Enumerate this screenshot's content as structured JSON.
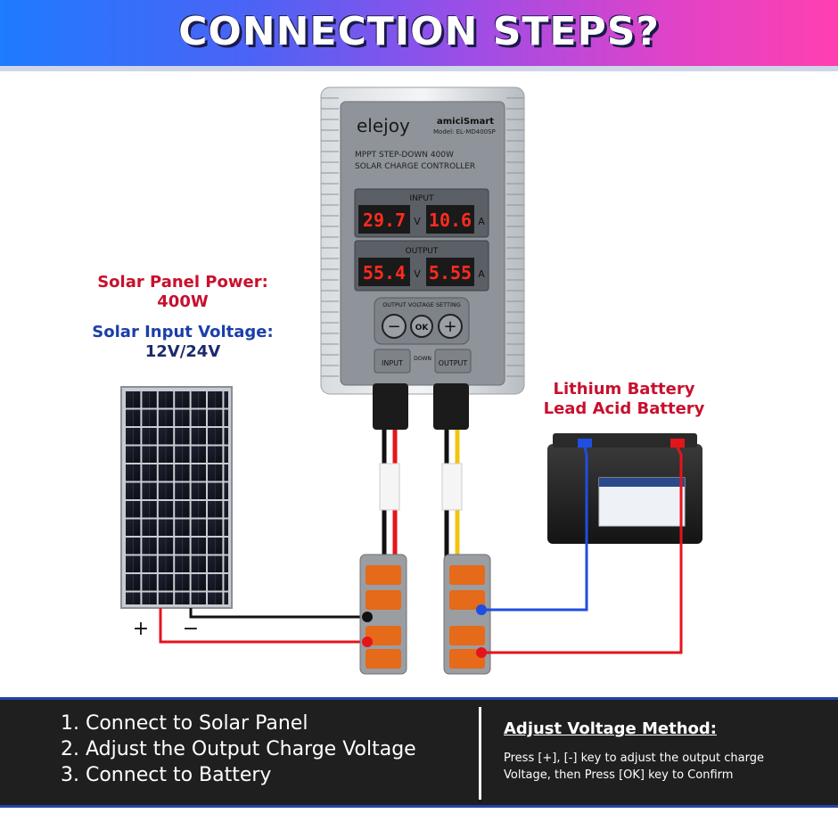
{
  "header": {
    "title": "CONNECTION STEPS?"
  },
  "left_specs": {
    "power_label": "Solar Panel Power:",
    "power_value": "400W",
    "voltage_label": "Solar Input Voltage:",
    "voltage_value": "12V/24V"
  },
  "battery_labels": {
    "line1": "Lithium Battery",
    "line2": "Lead Acid Battery"
  },
  "controller": {
    "brand": "elejoy",
    "partner_brand": "amiciSmart",
    "model": "Model: EL-MD400SP",
    "description_line1": "MPPT STEP-DOWN 400W",
    "description_line2": "SOLAR CHARGE CONTROLLER",
    "input_label": "INPUT",
    "output_label": "OUTPUT",
    "input_voltage": "29.7",
    "input_current": "10.6",
    "output_voltage": "55.4",
    "output_current": "5.55",
    "unit_v": "V",
    "unit_a": "A",
    "setting_label": "OUTPUT VOLTAGE SETTING",
    "minus_key": "−",
    "ok_key": "OK",
    "plus_key": "+",
    "port_input": "INPUT",
    "port_down": "DOWN",
    "port_output": "OUTPUT",
    "body_color": "#8e9499",
    "display_color": "#ff2b1f"
  },
  "panel_terminals": {
    "plus": "+",
    "minus": "−"
  },
  "instructions": {
    "steps": [
      "1. Connect to Solar Panel",
      "2. Adjust the Output Charge Voltage",
      "3. Connect to Battery"
    ],
    "adjust_title": "Adjust Voltage Method:",
    "adjust_desc": "Press [+], [-] key to adjust the output charge Voltage, then Press [OK] key to Confirm"
  },
  "colors": {
    "positive_wire": "#e5141b",
    "negative_wire_in": "#111111",
    "negative_wire_out": "#1f4fe0",
    "accent_blue": "#2343a8"
  },
  "icons": [
    "solar-panel-icon",
    "battery-icon",
    "wire-connector-icon"
  ]
}
